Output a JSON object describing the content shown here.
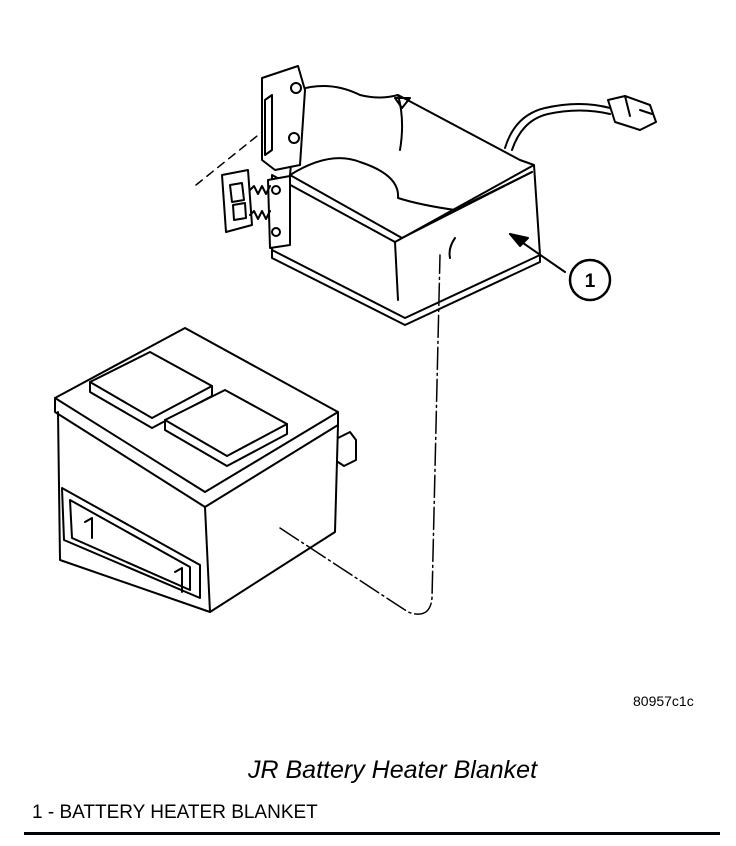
{
  "figure": {
    "id": "80957c1c",
    "title": "JR Battery Heater Blanket"
  },
  "callouts": [
    {
      "number": "1",
      "text": "1 - BATTERY HEATER BLANKET"
    }
  ]
}
